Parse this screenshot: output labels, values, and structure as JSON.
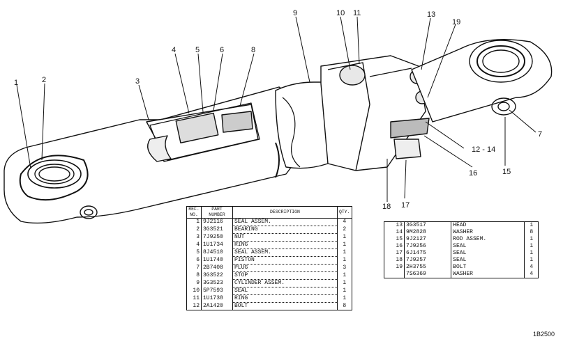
{
  "callouts": [
    {
      "label": "1"
    },
    {
      "label": "2"
    },
    {
      "label": "3"
    },
    {
      "label": "4"
    },
    {
      "label": "5"
    },
    {
      "label": "6"
    },
    {
      "label": "8"
    },
    {
      "label": "9"
    },
    {
      "label": "10"
    },
    {
      "label": "11"
    },
    {
      "label": "13"
    },
    {
      "label": "19"
    },
    {
      "label": "7"
    },
    {
      "label": "12 - 14"
    },
    {
      "label": "15"
    },
    {
      "label": "16"
    },
    {
      "label": "17"
    },
    {
      "label": "18"
    }
  ],
  "table1": {
    "headers": {
      "ref_no": "REF. NO.",
      "part_number": "PART NUMBER",
      "description": "DESCRIPTION",
      "qty": "QTY."
    },
    "rows": [
      {
        "ref": "1",
        "part": "9J2116",
        "desc": "SEAL ASSEM.",
        "qty": "4"
      },
      {
        "ref": "2",
        "part": "3G3521",
        "desc": "BEARING",
        "qty": "2"
      },
      {
        "ref": "3",
        "part": "7J9250",
        "desc": "NUT",
        "qty": "1"
      },
      {
        "ref": "4",
        "part": "1U1734",
        "desc": "RING",
        "qty": "1"
      },
      {
        "ref": "5",
        "part": "8J4510",
        "desc": "SEAL ASSEM.",
        "qty": "1"
      },
      {
        "ref": "6",
        "part": "1U1740",
        "desc": "PISTON",
        "qty": "1"
      },
      {
        "ref": "7",
        "part": "2B7408",
        "desc": "PLUG",
        "qty": "3"
      },
      {
        "ref": "8",
        "part": "3G3522",
        "desc": "STOP",
        "qty": "1"
      },
      {
        "ref": "9",
        "part": "3G3523",
        "desc": "CYLINDER ASSEM.",
        "qty": "1"
      },
      {
        "ref": "10",
        "part": "5P7593",
        "desc": "SEAL",
        "qty": "1"
      },
      {
        "ref": "11",
        "part": "1U1738",
        "desc": "RING",
        "qty": "1"
      },
      {
        "ref": "12",
        "part": "2A1420",
        "desc": "BOLT",
        "qty": "8"
      }
    ]
  },
  "table2": {
    "rows": [
      {
        "ref": "13",
        "part": "3G3517",
        "desc": "HEAD",
        "qty": "1"
      },
      {
        "ref": "14",
        "part": "9M2828",
        "desc": "WASHER",
        "qty": "8"
      },
      {
        "ref": "15",
        "part": "9J2127",
        "desc": "ROD ASSEM.",
        "qty": "1"
      },
      {
        "ref": "16",
        "part": "7J9256",
        "desc": "SEAL",
        "qty": "1"
      },
      {
        "ref": "17",
        "part": "6J1475",
        "desc": "SEAL",
        "qty": "1"
      },
      {
        "ref": "18",
        "part": "7J9257",
        "desc": "SEAL",
        "qty": "1"
      },
      {
        "ref": "19",
        "part": "2H3755",
        "desc": "BOLT",
        "qty": "4"
      },
      {
        "ref": "",
        "part": "7S6369",
        "desc": "WASHER",
        "qty": "4"
      }
    ]
  },
  "drawing_number": "1B2500"
}
